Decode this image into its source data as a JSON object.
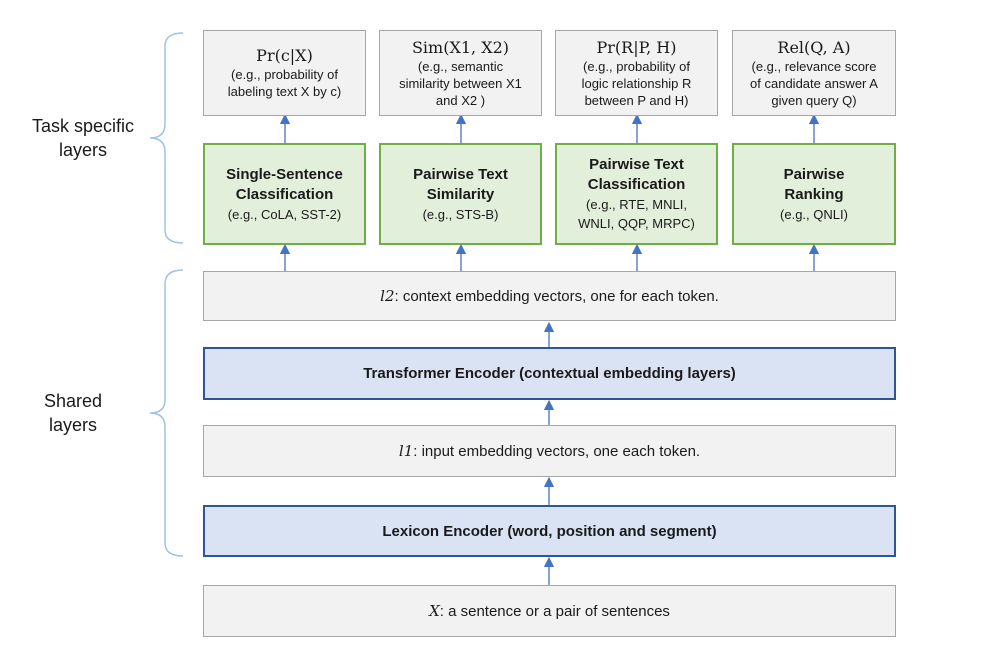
{
  "groups": {
    "task_label_line1": "Task specific",
    "task_label_line2": "layers",
    "shared_label_line1": "Shared",
    "shared_label_line2": "layers"
  },
  "outputs": [
    {
      "title": "Pr(c|X)",
      "desc_line1": "(e.g., probability of",
      "desc_line2": "labeling text X by c)"
    },
    {
      "title": "Sim(X1, X2)",
      "desc_line1": "(e.g., semantic",
      "desc_line2": "similarity between X1",
      "desc_line3": "and X2 )"
    },
    {
      "title": "Pr(R|P, H)",
      "desc_line1": "(e.g., probability of",
      "desc_line2": "logic relationship R",
      "desc_line3": "between P and H)"
    },
    {
      "title": "Rel(Q, A)",
      "desc_line1": "(e.g., relevance score",
      "desc_line2": "of candidate answer A",
      "desc_line3": "given query Q)"
    }
  ],
  "tasks": [
    {
      "title_line1": "Single-Sentence",
      "title_line2": "Classification",
      "desc_line1": "(e.g., CoLA, SST-2)"
    },
    {
      "title_line1": "Pairwise Text",
      "title_line2": "Similarity",
      "desc_line1": "(e.g., STS-B)"
    },
    {
      "title_line1": "Pairwise Text",
      "title_line2": "Classification",
      "desc_line1": "(e.g., RTE, MNLI,",
      "desc_line2": "WNLI, QQP, MRPC)"
    },
    {
      "title_line1": "Pairwise",
      "title_line2": "Ranking",
      "desc_line1": "(e.g., QNLI)"
    }
  ],
  "shared": {
    "l2_var": "l2",
    "l2_text": ": context embedding vectors, one for each token.",
    "transformer": "Transformer Encoder (contextual embedding layers)",
    "l1_var": "l1",
    "l1_text": ": input embedding vectors, one each token.",
    "lexicon": "Lexicon Encoder (word, position and segment)",
    "input_var": "X",
    "input_text": ": a sentence or a pair of sentences"
  },
  "colors": {
    "arrow": "#4472c4",
    "bracket": "#9dc3e6",
    "gray_fill": "#f2f2f2",
    "green_fill": "#e2efda",
    "green_border": "#70ad47",
    "blue_fill": "#dae3f3",
    "blue_border": "#2f5597"
  }
}
